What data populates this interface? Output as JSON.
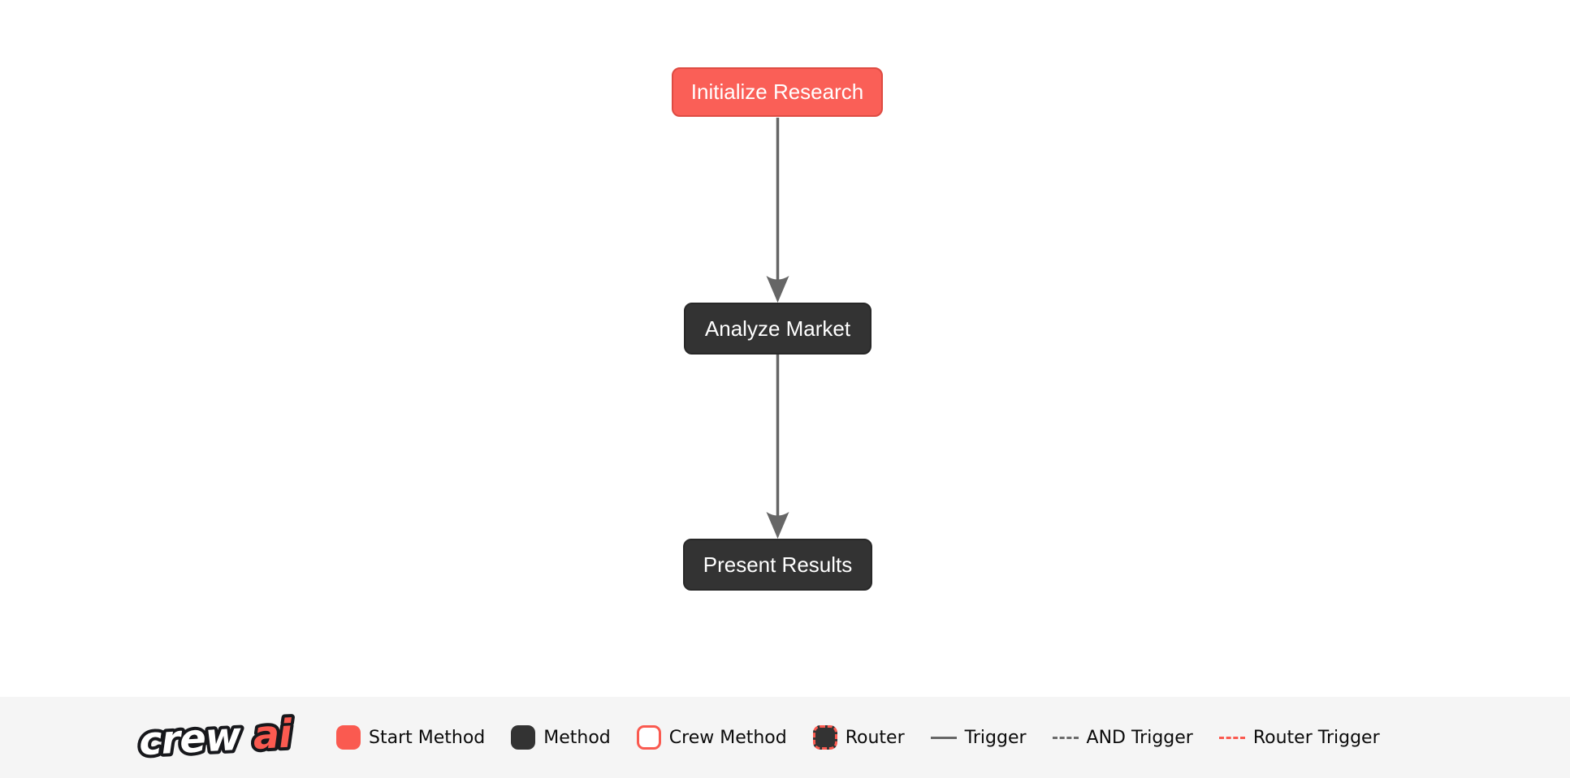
{
  "diagram": {
    "nodes": [
      {
        "id": "initialize_research",
        "label": "Initialize Research",
        "type": "start-method",
        "fill": "#FA5F57",
        "border": "#DE4B42",
        "text_color": "#FFFFFF"
      },
      {
        "id": "analyze_market",
        "label": "Analyze Market",
        "type": "method",
        "fill": "#333333",
        "border": "#282828",
        "text_color": "#FFFFFF"
      },
      {
        "id": "present_results",
        "label": "Present Results",
        "type": "method",
        "fill": "#333333",
        "border": "#282828",
        "text_color": "#FFFFFF"
      }
    ],
    "edges": [
      {
        "from": "initialize_research",
        "to": "analyze_market",
        "type": "trigger",
        "color": "#666666",
        "arrow": "down"
      },
      {
        "from": "analyze_market",
        "to": "present_results",
        "type": "trigger",
        "color": "#666666",
        "arrow": "down"
      }
    ],
    "canvas_background": "#FFFFFF"
  },
  "legend": {
    "background": "#F5F5F5",
    "logo": {
      "part1": "crew",
      "part2": "ai",
      "part1_color": "#FFFFFF",
      "part2_color": "#FA5A50",
      "outline_color": "#17181C"
    },
    "items": [
      {
        "label": "Start Method",
        "swatch": "box",
        "fill": "#FA5A50",
        "border": "none"
      },
      {
        "label": "Method",
        "swatch": "box",
        "fill": "#333333",
        "border": "none"
      },
      {
        "label": "Crew Method",
        "swatch": "box",
        "fill": "#FFFFFF",
        "border": "solid #FA5A50"
      },
      {
        "label": "Router",
        "swatch": "box",
        "fill": "#333333",
        "border": "dashed #FA5A50"
      },
      {
        "label": "Trigger",
        "swatch": "line",
        "style": "solid",
        "color": "#666666"
      },
      {
        "label": "AND Trigger",
        "swatch": "line",
        "style": "dashed",
        "color": "#6B6B6B"
      },
      {
        "label": "Router Trigger",
        "swatch": "line",
        "style": "dashed",
        "color": "#FA5A50"
      }
    ],
    "text_color": "#0B0B0B"
  }
}
